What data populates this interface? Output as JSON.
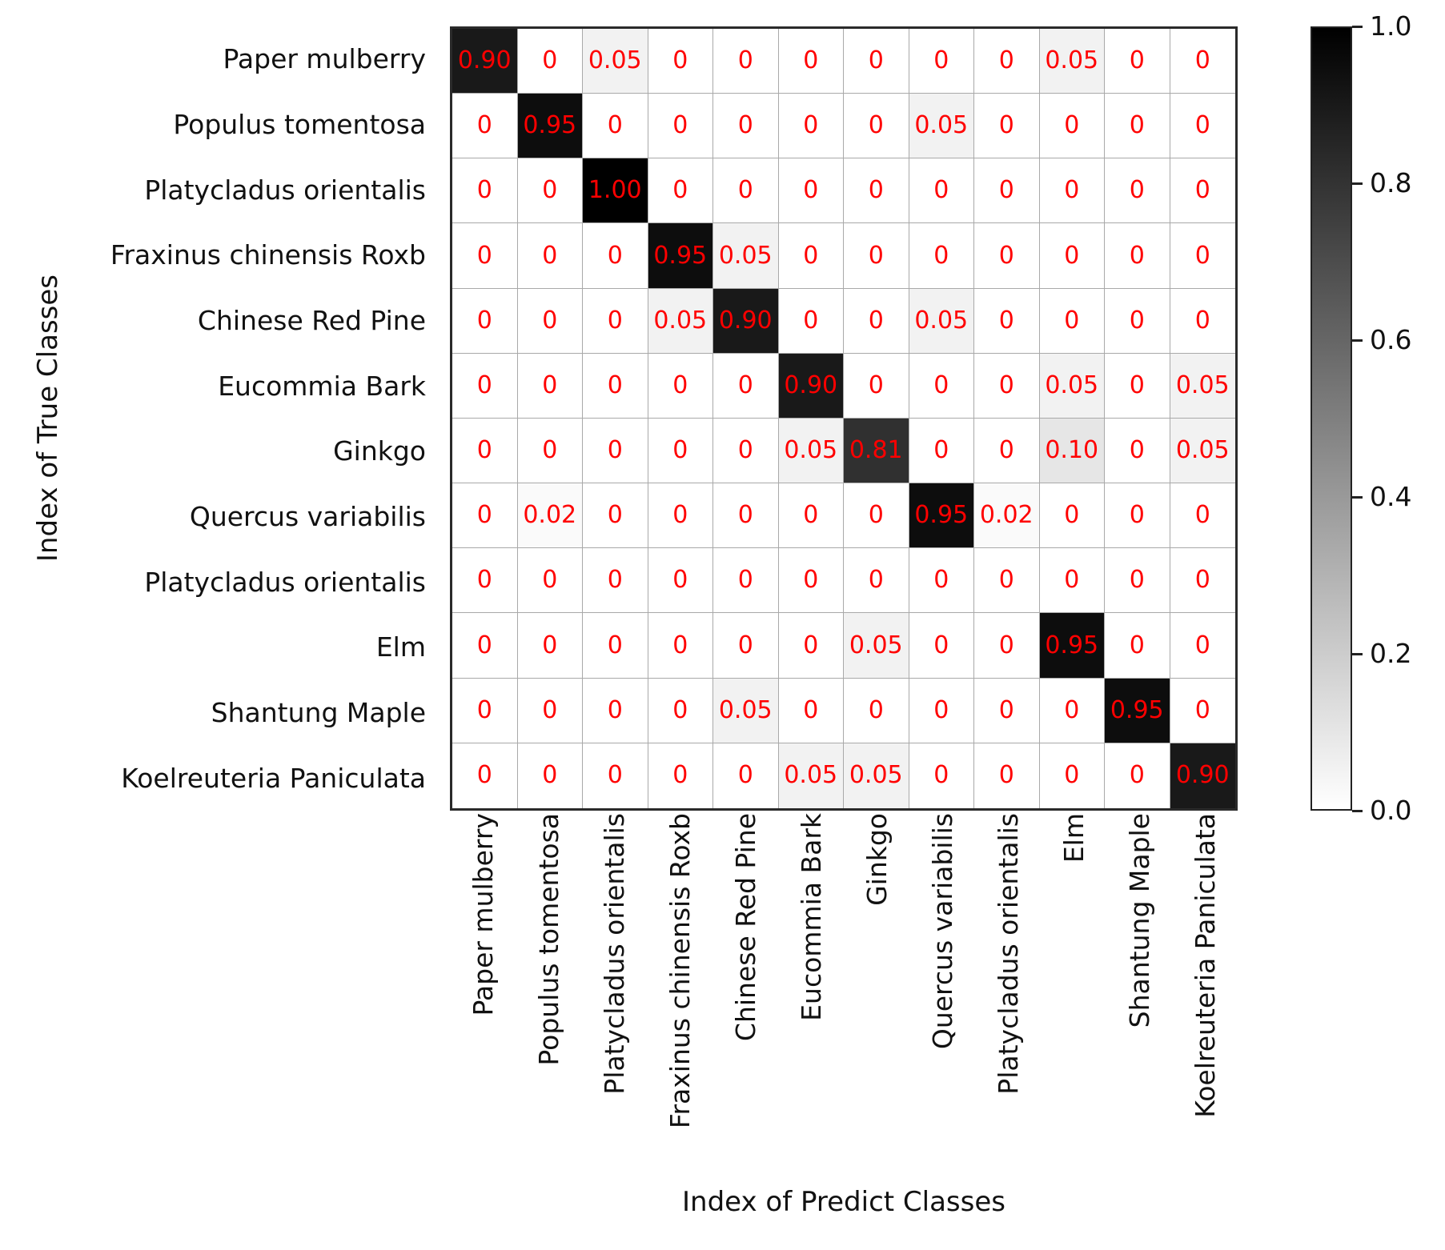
{
  "chart_data": {
    "type": "heatmap",
    "xlabel": "Index of Predict Classes",
    "ylabel": "Index of True Classes",
    "x_tick_labels": [
      "Paper mulberry",
      "Populus tomentosa",
      "Platycladus orientalis",
      "Fraxinus chinensis Roxb",
      "Chinese Red Pine",
      "Eucommia Bark",
      "Ginkgo",
      "Quercus variabilis",
      "Platycladus orientalis",
      "Elm",
      "Shantung Maple",
      "Koelreuteria Paniculata"
    ],
    "y_tick_labels": [
      "Paper mulberry",
      "Populus tomentosa",
      "Platycladus orientalis",
      "Fraxinus chinensis Roxb",
      "Chinese Red Pine",
      "Eucommia Bark",
      "Ginkgo",
      "Quercus variabilis",
      "Platycladus orientalis",
      "Elm",
      "Shantung Maple",
      "Koelreuteria Paniculata"
    ],
    "matrix": [
      [
        0.9,
        0,
        0.05,
        0,
        0,
        0,
        0,
        0,
        0,
        0.05,
        0,
        0
      ],
      [
        0,
        0.95,
        0,
        0,
        0,
        0,
        0,
        0.05,
        0,
        0,
        0,
        0
      ],
      [
        0,
        0,
        1.0,
        0,
        0,
        0,
        0,
        0,
        0,
        0,
        0,
        0
      ],
      [
        0,
        0,
        0,
        0.95,
        0.05,
        0,
        0,
        0,
        0,
        0,
        0,
        0
      ],
      [
        0,
        0,
        0,
        0.05,
        0.9,
        0,
        0,
        0.05,
        0,
        0,
        0,
        0
      ],
      [
        0,
        0,
        0,
        0,
        0,
        0.9,
        0,
        0,
        0,
        0.05,
        0,
        0.05
      ],
      [
        0,
        0,
        0,
        0,
        0,
        0.05,
        0.81,
        0,
        0,
        0.1,
        0,
        0.05
      ],
      [
        0,
        0.02,
        0,
        0,
        0,
        0,
        0,
        0.95,
        0.02,
        0,
        0,
        0
      ],
      [
        0,
        0,
        0,
        0,
        0,
        0,
        0,
        0,
        0,
        0,
        0,
        0
      ],
      [
        0,
        0,
        0,
        0,
        0,
        0,
        0.05,
        0,
        0,
        0.95,
        0,
        0
      ],
      [
        0,
        0,
        0,
        0,
        0.05,
        0,
        0,
        0,
        0,
        0,
        0.95,
        0
      ],
      [
        0,
        0,
        0,
        0,
        0,
        0.05,
        0.05,
        0,
        0,
        0,
        0,
        0.9
      ]
    ],
    "value_range": [
      0.0,
      1.0
    ],
    "colormap": "white-to-black (0 = white, 1 = black)",
    "colorbar_ticks": [
      "1.0",
      "0.8",
      "0.6",
      "0.4",
      "0.2",
      "0.0"
    ],
    "grid": true,
    "legend_position": "colorbar-right",
    "colors": {
      "cell_value_text": "#ff0000",
      "grid_line": "#a9a9a9",
      "axis_border": "#2a2a2a",
      "label_text": "#111111"
    }
  }
}
